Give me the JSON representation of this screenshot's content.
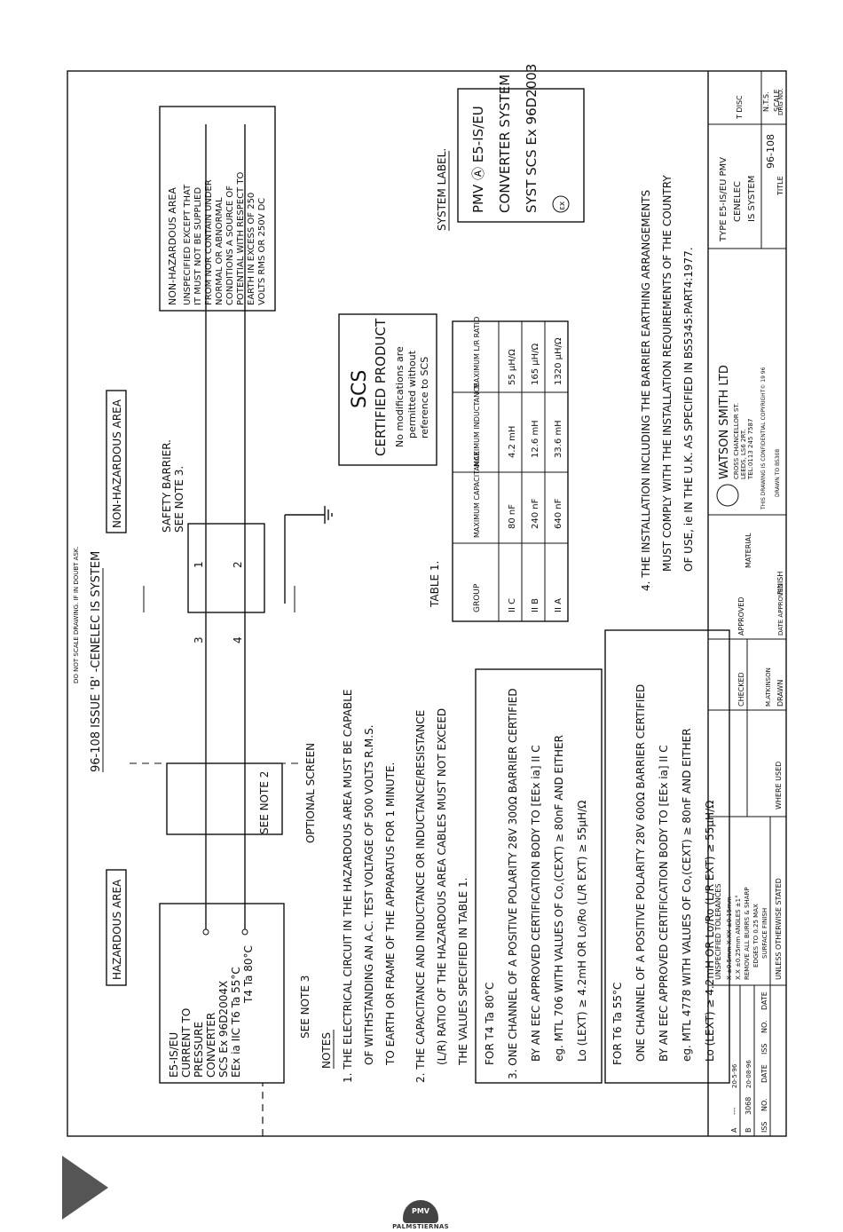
{
  "header": {
    "scale_note": "DO NOT SCALE DRAWING. IF IN DOUBT ASK.",
    "title": "96-108 ISSUE 'B' -CENELEC IS SYSTEM"
  },
  "areas": {
    "hazardous": "HAZARDOUS AREA",
    "non_hazardous": "NON-HAZARDOUS AREA"
  },
  "device": {
    "lines": [
      "E5-IS/EU",
      "CURRENT TO",
      "PRESSURE",
      "CONVERTER",
      "SCS Ex 96D2004X",
      "EEx ia IIC T6 Ta 55°C",
      "T4 Ta 80°C"
    ]
  },
  "labels": {
    "see_note_3": "SEE NOTE 3",
    "see_note_2": "SEE NOTE 2",
    "optional_screen": "OPTIONAL SCREEN",
    "safety_barrier": "SAFETY BARRIER.",
    "safety_barrier_note": "SEE NOTE 3.",
    "terminals": [
      "1",
      "2",
      "3",
      "4"
    ]
  },
  "non_hazardous_box": {
    "title": "NON-HAZARDOUS AREA",
    "lines": [
      "UNSPECIFIED EXCEPT THAT",
      "IT MUST NOT BE SUPPLIED",
      "FROM NOR CONTAIN UNDER",
      "NORMAL OR ABNORMAL",
      "CONDITIONS A SOURCE OF",
      "POTENTIAL WITH RESPECT TO",
      "EARTH IN EXCESS OF 250",
      "VOLTS RMS OR 250V DC"
    ]
  },
  "scs": {
    "title": "SCS",
    "subtitle": "CERTIFIED PRODUCT",
    "lines": [
      "No modifications are",
      "permitted without",
      "reference to SCS"
    ]
  },
  "system_label": {
    "heading": "SYSTEM LABEL.",
    "lines": [
      "PMV Ⓐ E5-IS/EU",
      "CONVERTER SYSTEM",
      "SYST SCS Ex 96D2003"
    ],
    "ex_mark": "εx"
  },
  "table1": {
    "heading": "TABLE 1.",
    "columns": [
      "GROUP",
      "MAXIMUM CAPACITANCE",
      "MAXIMUM INDUCTANCE",
      "MAXIMUM L/R RATIO"
    ],
    "rows": [
      [
        "II C",
        "80 nF",
        "4.2 mH",
        "55 µH/Ω"
      ],
      [
        "II B",
        "240 nF",
        "12.6 mH",
        "165 µH/Ω"
      ],
      [
        "II A",
        "640 nF",
        "33.6 mH",
        "1320 µH/Ω"
      ]
    ]
  },
  "notes": {
    "heading": "NOTES",
    "note1": [
      "1.  THE ELECTRICAL CIRCUIT IN THE HAZARDOUS AREA MUST BE CAPABLE",
      "OF WITHSTANDING AN A.C. TEST VOLTAGE OF 500 VOLTS R.M.S.",
      "TO EARTH OR FRAME OF THE APPARATUS FOR 1 MINUTE."
    ],
    "note2": [
      "2.  THE CAPACITANCE AND INDUCTANCE OR INDUCTANCE/RESISTANCE",
      "(L/R) RATIO OF THE HAZARDOUS AREA CABLES MUST NOT EXCEED",
      "THE VALUES SPECIFIED IN TABLE 1."
    ],
    "note3_heading": "FOR T4 Ta 80°C",
    "note3": [
      "3.  ONE CHANNEL OF A POSITIVE POLARITY 28V 300Ω BARRIER CERTIFIED",
      "BY AN EEC APPROVED CERTIFICATION BODY TO [EEx ia] II C",
      "eg.  MTL 706 WITH VALUES OF Co,(CEXT) ≥ 80nF AND EITHER",
      "Lo (LEXT) ≥ 4.2mH OR Lo/Ro (L/R EXT) ≥ 55µH/Ω"
    ],
    "note3b_heading": "FOR T6 Ta 55°C",
    "note3b": [
      "ONE CHANNEL OF A POSITIVE POLARITY 28V 600Ω BARRIER CERTIFIED",
      "BY AN EEC APPROVED CERTIFICATION BODY TO [EEx ia] II C",
      "eg.  MTL 4778 WITH VALUES OF Co,(CEXT) ≥ 80nF AND EITHER",
      "Lo (LEXT) ≥ 4.2mH OR Lo/Ro (L/R EXT) ≥ 55µH/Ω"
    ],
    "note4": [
      "4.  THE INSTALLATION INCLUDING THE BARRIER EARTHING ARRANGEMENTS",
      "MUST COMPLY WITH THE INSTALLATION REQUIREMENTS OF THE COUNTRY",
      "OF USE, ie IN THE U.K. AS SPECIFIED IN BS5345:PART4:1977."
    ]
  },
  "title_block": {
    "rev_rows": [
      [
        "B",
        "3068",
        "20-08-96"
      ],
      [
        "A",
        "---",
        "20-5-96"
      ]
    ],
    "rev_headers": [
      "ISS",
      "NO.",
      "DATE",
      "ISS",
      "NO.",
      "DATE"
    ],
    "tolerances": [
      "UNSPECIFIED TOLERANCES",
      "X ±0.5mm  X.XX ±0.15mm",
      "X.X ±0.25mm  ANGLES ±1°",
      "REMOVE ALL BURRS & SHARP",
      "EDGES TO 0.25 MAX",
      "SURFACE FINISH",
      "UNLESS OTHERWISE STATED"
    ],
    "where_used": "WHERE USED",
    "checked": "CHECKED",
    "approved": "APPROVED",
    "drawn_name": "M.ATKINSON",
    "drawn": "DRAWN",
    "date_approved": "DATE APPROVED",
    "material": "MATERIAL",
    "finish": "FINISH",
    "company": [
      "WATSON SMITH LTD",
      "CROSS CHANCELLOR ST.",
      "LEEDS, LS6 2RT.",
      "TEL:0113 245 7587"
    ],
    "copyright": "THIS DRAWING IS CONFIDENTIAL COPYRIGHT© 19   96",
    "drawn_to": "DRAWN TO BS308",
    "product_title": [
      "TYPE E5-IS/EU PMV",
      "CENELEC",
      "IS SYSTEM"
    ],
    "title_label": "TITLE",
    "disc": "T DISC",
    "scale_value": "N.T.S.",
    "scale_label": "SCALE",
    "drg_no": "96-108",
    "drg_label": "DRG NO."
  },
  "footer": {
    "brand_mark": "PMV",
    "brand_name": "PALMSTIERNAS"
  }
}
